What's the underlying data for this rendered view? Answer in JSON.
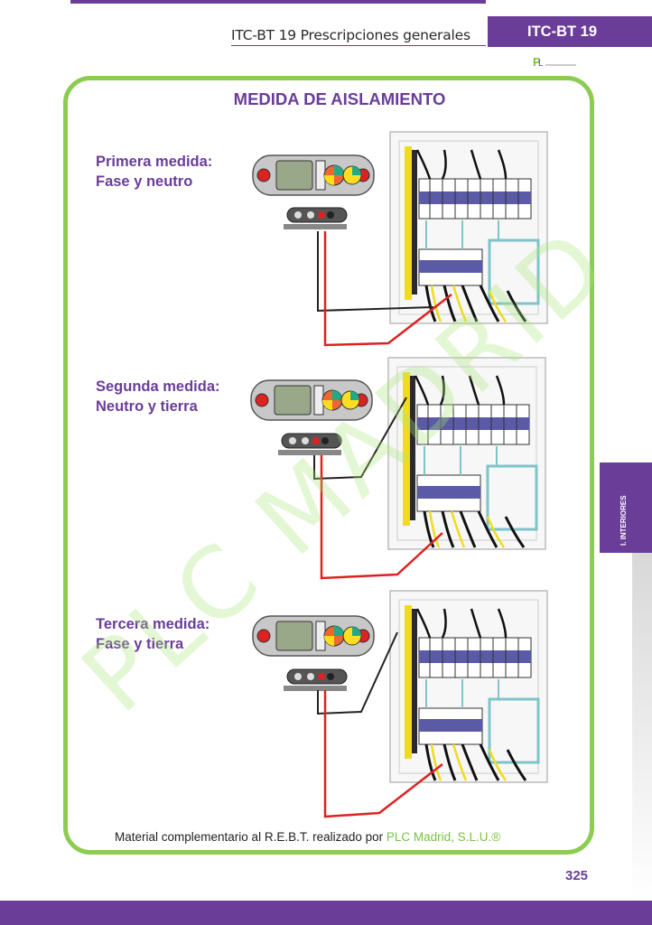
{
  "header": {
    "section_text": "ITC-BT 19 Prescripciones generales",
    "tab_label": "ITC-BT 19"
  },
  "title": "MEDIDA DE AISLAMIENTO",
  "measurements": [
    {
      "line1": "Primera medida:",
      "line2": "Fase y neutro"
    },
    {
      "line1": "Segunda medida:",
      "line2": "Neutro y tierra"
    },
    {
      "line1": "Tercera medida:",
      "line2": "Fase y tierra"
    }
  ],
  "side_tab": "I. INTERIORES",
  "watermark": "PLC MADRID",
  "footer": {
    "text": "Material complementario al R.E.B.T. realizado por",
    "company": "PLC Madrid, S.L.U.®"
  },
  "page_number": "325",
  "colors": {
    "brand_purple": "#6a3d99",
    "brand_green": "#8ccc50"
  }
}
